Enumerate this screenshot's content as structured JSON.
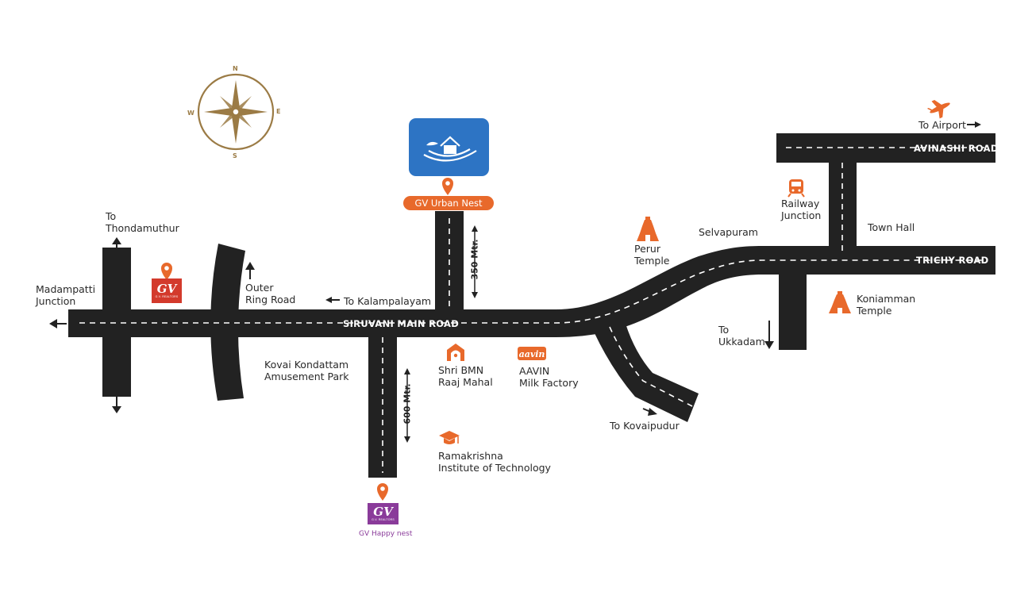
{
  "compass": {
    "n": "N",
    "e": "E",
    "s": "S",
    "w": "W",
    "color": "#9b7b45"
  },
  "colors": {
    "road": "#222222",
    "accent": "#e8692b",
    "purple": "#8a3b9a",
    "logo_red": "#d33a2c",
    "logo_blue": "#2d74c4"
  },
  "roads": {
    "siruvani": "SIRUVANI MAIN ROAD",
    "avinashi": "AVINASHI ROAD",
    "trichy": "TRICHY ROAD"
  },
  "distances": {
    "north_spur": "350 Mtr.",
    "south_spur": "600 Mtr."
  },
  "project": {
    "name": "GV Urban Nest",
    "icon": "house-wave-logo-icon"
  },
  "happy_nest": {
    "name": "GV Happy nest",
    "logo_text": "GV",
    "logo_sub": "G.V. REALTORS"
  },
  "gv_logo": {
    "text": "GV",
    "sub": "G.V. REALTORS"
  },
  "places": {
    "thondamuthur": [
      "To",
      "Thondamuthur"
    ],
    "madampatti": [
      "Madampatti",
      "Junction"
    ],
    "outer_ring": [
      "Outer",
      "Ring Road"
    ],
    "kalampalayam": "To Kalampalayam",
    "kovai_kondattam": [
      "Kovai Kondattam",
      "Amusement Park"
    ],
    "bmn": [
      "Shri BMN",
      "Raaj Mahal"
    ],
    "aavin": [
      "AAVIN",
      "Milk Factory"
    ],
    "aavin_logo": "aavin",
    "ramakrishna": [
      "Ramakrishna",
      "Institute of Technology"
    ],
    "kovaipudur": "To Kovaipudur",
    "perur": [
      "Perur",
      "Temple"
    ],
    "selvapuram": "Selvapuram",
    "ukkadam": [
      "To",
      "Ukkadam"
    ],
    "railway": [
      "Railway",
      "Junction"
    ],
    "town_hall": "Town Hall",
    "koniamman": [
      "Koniamman",
      "Temple"
    ],
    "airport": "To Airport"
  }
}
